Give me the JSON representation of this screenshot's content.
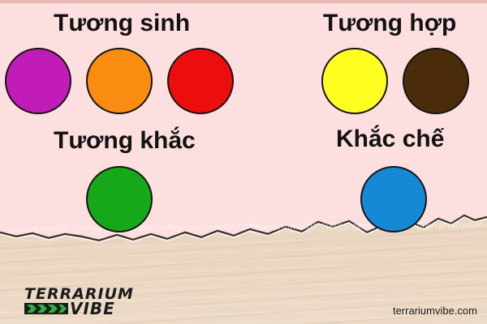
{
  "sections": {
    "tuong_sinh": {
      "title": "Tương sinh"
    },
    "tuong_hop": {
      "title": "Tương hợp"
    },
    "tuong_khac": {
      "title": "Tương khắc"
    },
    "khac_che": {
      "title": "Khắc chế"
    }
  },
  "circles": {
    "tuong_sinh": [
      "#c21cb8",
      "#fb8c12",
      "#ec0e0e"
    ],
    "tuong_hop": [
      "#ffff22",
      "#4a2c0c"
    ],
    "tuong_khac": [
      "#15a818"
    ],
    "khac_che": [
      "#1689d6"
    ]
  },
  "colors": {
    "paper": "#fcdfde",
    "wood": "#ead8c4",
    "logo_green": "#2cb043"
  },
  "watermark": {
    "text": "terrariumvibe.com"
  },
  "logo": {
    "line1": "TERRARIUM",
    "line2": "VIBE"
  },
  "footer": {
    "site_url": "terrariumvibe.com"
  }
}
